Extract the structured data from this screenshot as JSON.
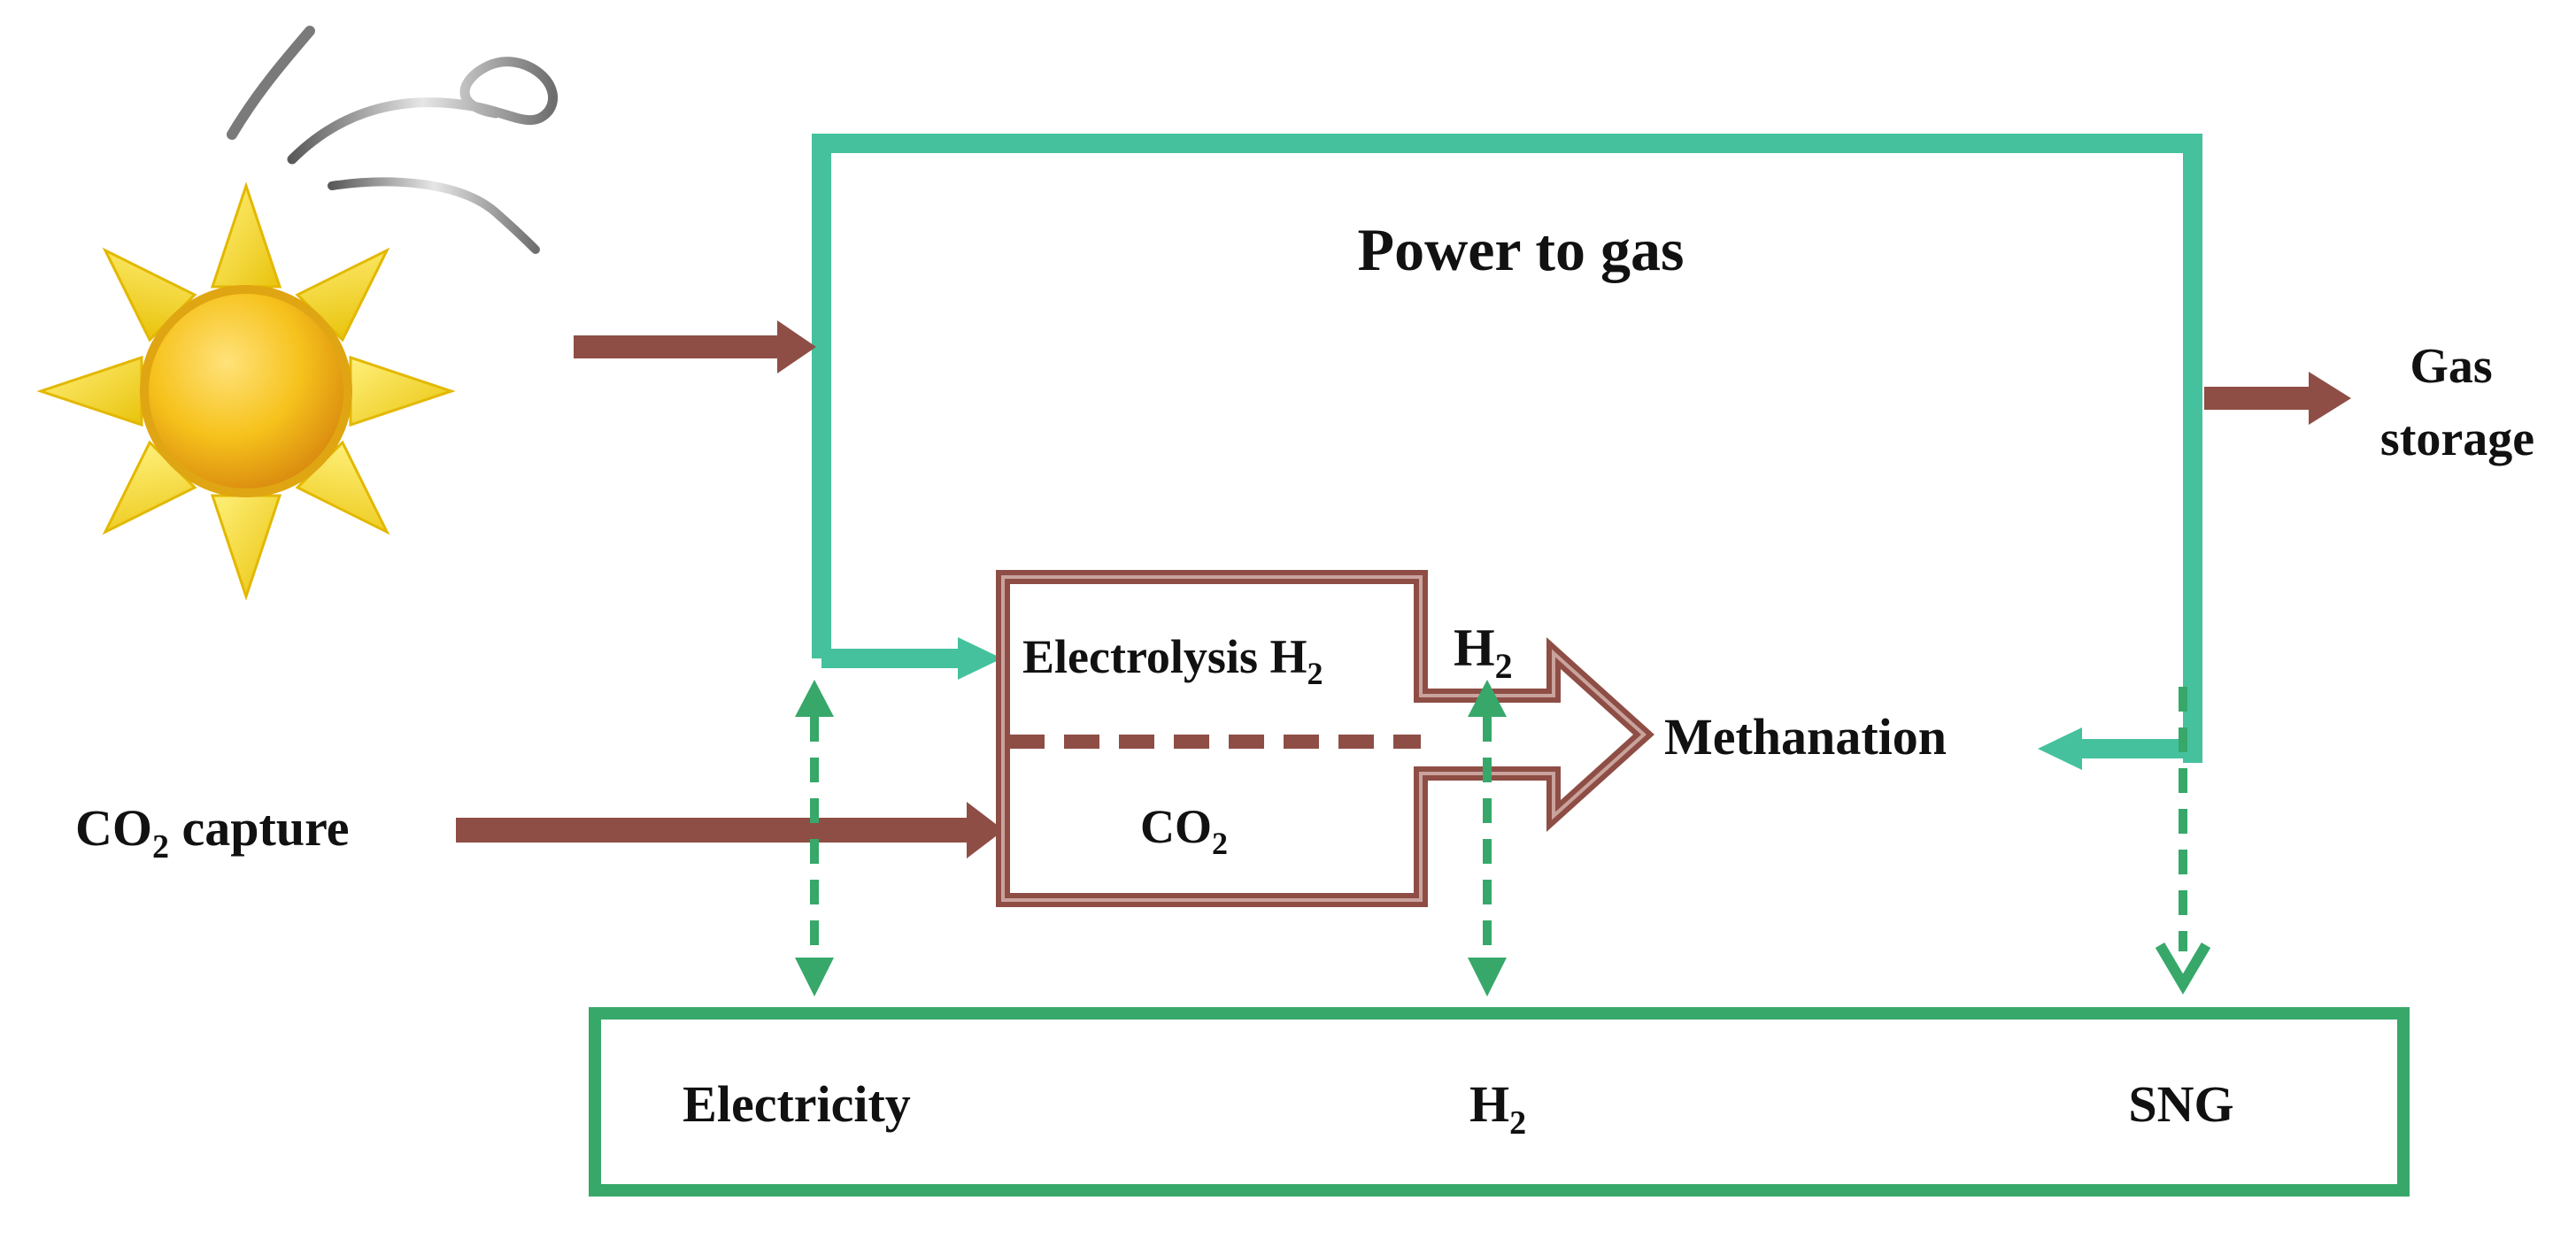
{
  "title": "Power to gas",
  "labels": {
    "gas_storage_line1": "Gas",
    "gas_storage_line2": "storage",
    "co2_capture_pre": "CO",
    "co2_capture_sub": "2",
    "co2_capture_post": " capture",
    "electrolysis": "Electrolysis H",
    "electrolysis_sub": "2",
    "h2_arrow_main": "H",
    "h2_arrow_sub": "2",
    "methanation": "Methanation",
    "co2_main": "CO",
    "co2_sub": "2"
  },
  "storage_box": {
    "electricity": "Electricity",
    "h2_main": "H",
    "h2_sub": "2",
    "sng": "SNG"
  },
  "colors": {
    "teal": "#45C19E",
    "green": "#37A86A",
    "brown": "#8E4E45",
    "sun_yellow": "#F2D21A",
    "sun_core": "#F4B41A",
    "wind_grey": "#8C8C8C"
  },
  "icons": {
    "sun": "sun-icon",
    "wind": "wind-icon"
  }
}
